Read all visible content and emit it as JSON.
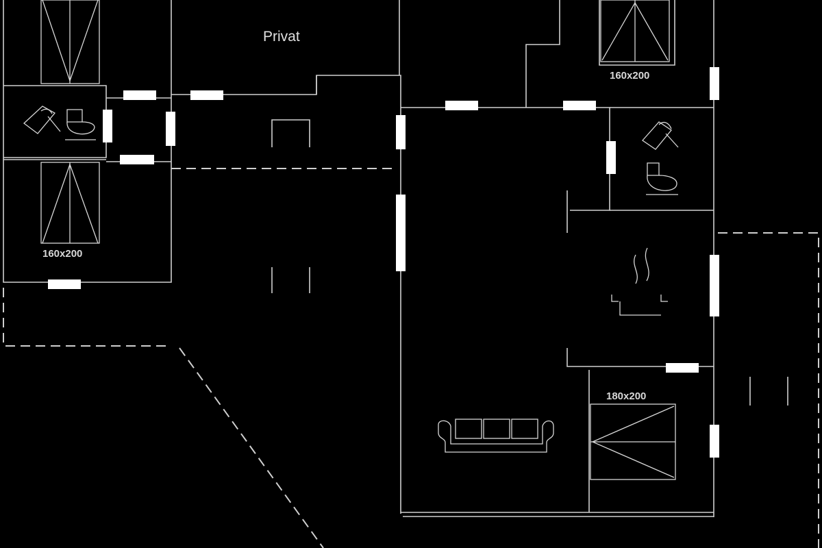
{
  "plan": {
    "room_label": "Privat",
    "bed_labels": [
      "160x200",
      "160x200",
      "180x200"
    ],
    "line_color": "#d0d0d0",
    "window_color": "#ffffff",
    "background_color": "#000000",
    "icons": [
      "bed-icon",
      "toilet-icon",
      "shower-icon",
      "sofa-icon",
      "fireplace-icon"
    ]
  }
}
